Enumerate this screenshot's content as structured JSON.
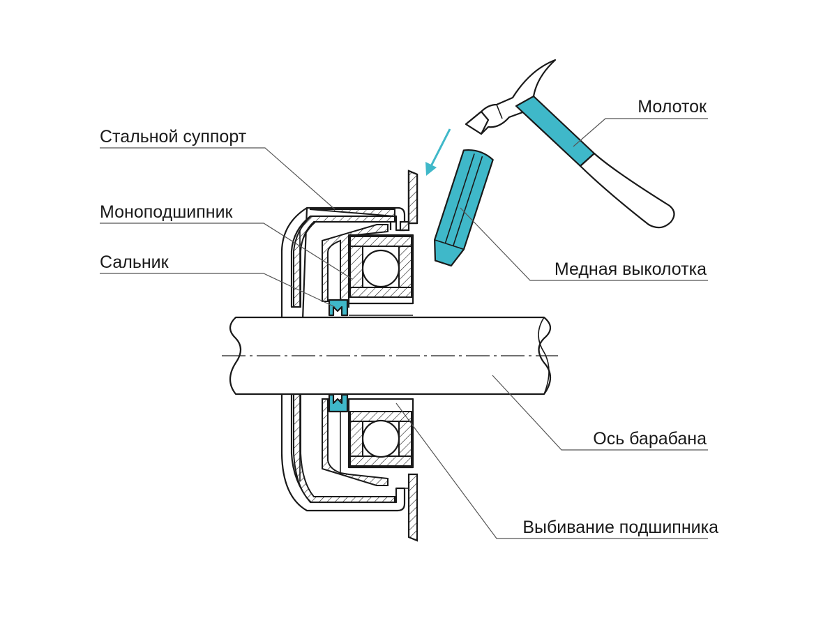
{
  "labels": {
    "steel_support": "Стальной суппорт",
    "mono_bearing": "Моноподшипник",
    "oil_seal": "Сальник",
    "hammer": "Молоток",
    "copper_drift": "Медная выколотка",
    "drum_axle": "Ось барабана",
    "bearing_knockout": "Выбивание подшипника"
  },
  "colors": {
    "accent": "#3fb8c9",
    "line": "#1a1a1a",
    "leader": "#555555",
    "background": "#ffffff"
  }
}
